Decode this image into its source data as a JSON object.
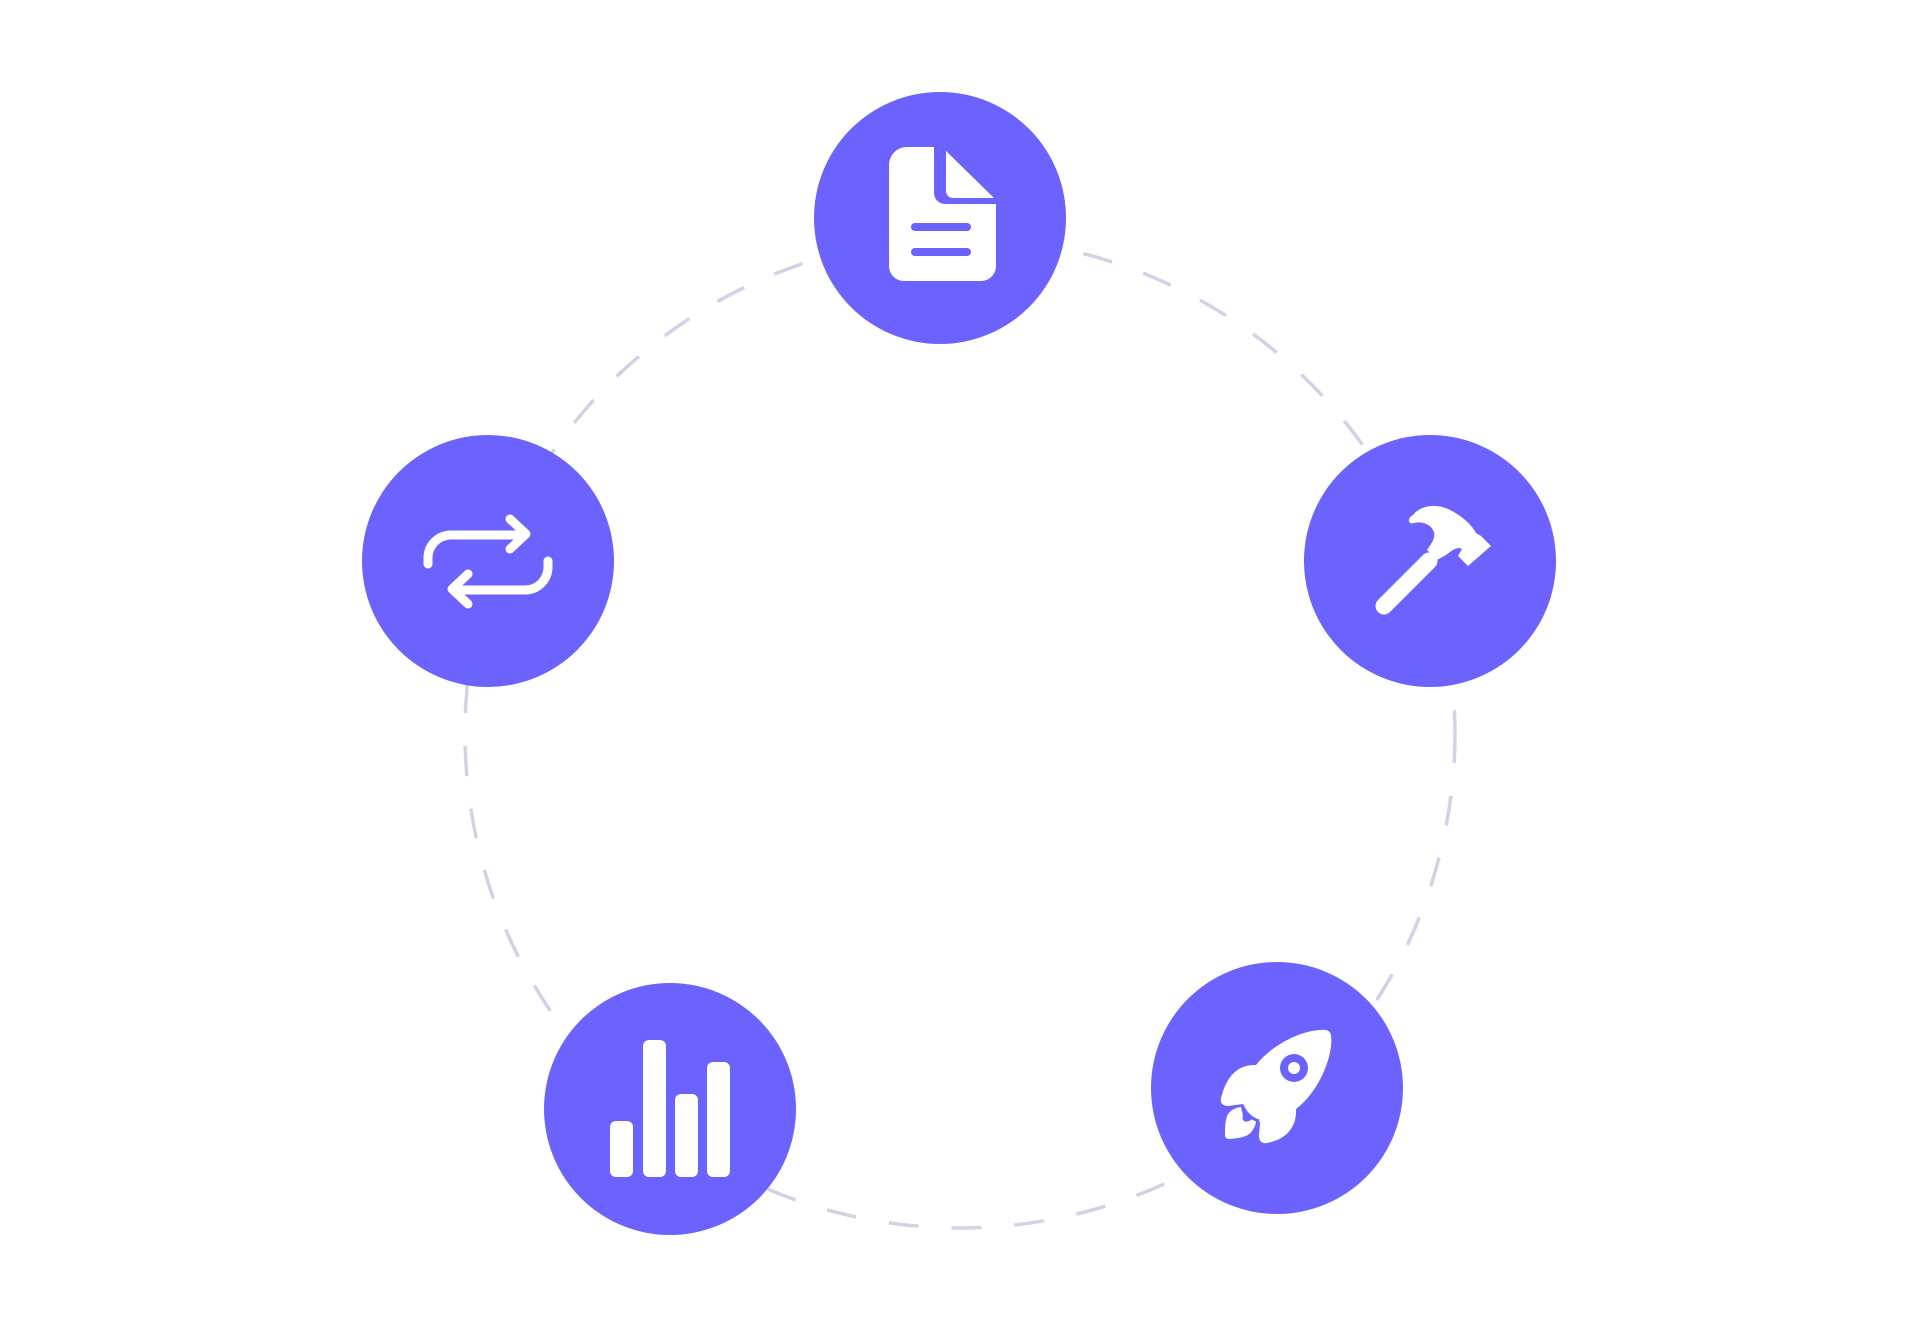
{
  "diagram": {
    "type": "cycle",
    "colors": {
      "node_fill": "#6c63ff",
      "icon": "#ffffff",
      "ring": "#d3d1e6",
      "background": "#ffffff"
    },
    "ring_style": "dashed",
    "nodes": [
      {
        "id": "document",
        "icon": "document-icon",
        "position": "top"
      },
      {
        "id": "build",
        "icon": "hammer-icon",
        "position": "right"
      },
      {
        "id": "launch",
        "icon": "rocket-icon",
        "position": "bottom-right"
      },
      {
        "id": "analytics",
        "icon": "bar-chart-icon",
        "position": "bottom-left"
      },
      {
        "id": "iterate",
        "icon": "repeat-icon",
        "position": "left"
      }
    ]
  }
}
